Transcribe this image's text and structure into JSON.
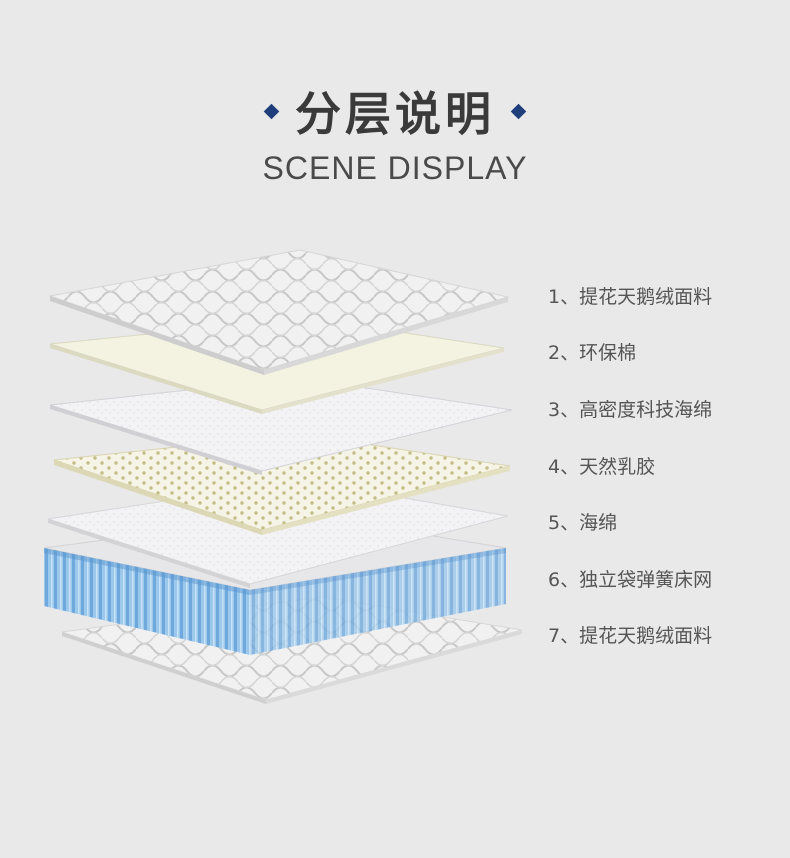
{
  "header": {
    "title": "分层说明",
    "subtitle": "SCENE DISPLAY"
  },
  "colors": {
    "accent": "#1e3e7c",
    "background": "#e9e9e9",
    "spring_blue": "#8fc0e8"
  },
  "layers": [
    {
      "label": "1、提花天鹅绒面料"
    },
    {
      "label": "2、环保棉"
    },
    {
      "label": "3、高密度科技海绵"
    },
    {
      "label": "4、天然乳胶"
    },
    {
      "label": "5、海绵"
    },
    {
      "label": "6、独立袋弹簧床网"
    },
    {
      "label": "7、提花天鹅绒面料"
    }
  ]
}
